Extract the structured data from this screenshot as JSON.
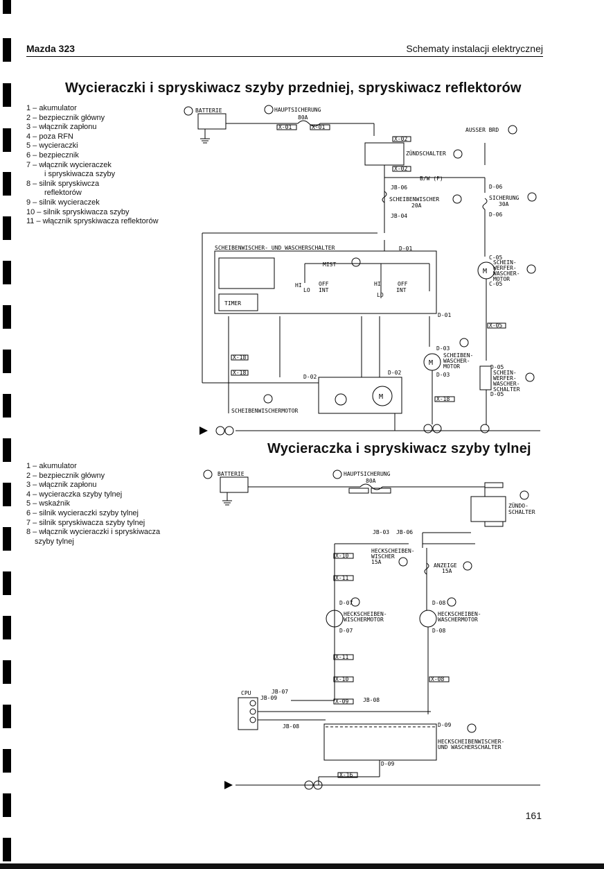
{
  "header": {
    "left": "Mazda 323",
    "right": "Schematy instalacji elektrycznej"
  },
  "front": {
    "title": "Wycieraczki i spryskiwacz szyby przedniej, spryskiwacz reflektorów",
    "legend": [
      "1 – akumulator",
      "2 – bezpiecznik główny",
      "3 – włącznik zapłonu",
      "4 – poza RFN",
      "5 – wycieraczki",
      "6 – bezpiecznik",
      "7 – włącznik wycieraczek",
      "i spryskiwacza szyby",
      "8 – silnik spryskiwcza",
      "reflektorów",
      "9 – silnik wycieraczek",
      "10 – silnik spryskiwacza szyby",
      "11 – włącznik spryskiwacza reflektorów"
    ],
    "labels": {
      "battery": "BATTERIE",
      "mainfuse": "HAUPTSICHERUNG",
      "amp80": "80A",
      "x01": "X-01",
      "zuendschalter": "ZÜNDSCHALTER",
      "x02": "X-02",
      "ausser": "AUSSER BRD",
      "bw_f": "B/W (F)",
      "jb06": "JB-06",
      "sw_fuse": "SCHEIBENWISCHER",
      "amp20": "20A",
      "jb04": "JB-04",
      "d06": "D-06",
      "sicherung": "SICHERUNG",
      "amp30": "30A",
      "switch7": "SCHEIBENWISCHER- UND WASCHERSCHALTER",
      "d01": "D-01",
      "mist": "MIST",
      "off": "OFF",
      "int": "INT",
      "hi": "HI",
      "lo": "LO",
      "timer": "TIMER",
      "c05": "C-05",
      "m8_1": "SCHEIN-",
      "m8_2": "WERFER-",
      "m8_3": "WASCHER-",
      "m8_4": "MOTOR",
      "x05": "X-05",
      "d03": "D-03",
      "m10_1": "SCHEIBEN-",
      "m10_2": "WASCHER-",
      "m10_3": "MOTOR",
      "x18": "X-18",
      "d02": "D-02",
      "d05": "D-05",
      "s11_1": "SCHEIN-",
      "s11_2": "WERFER-",
      "s11_3": "WASCHER-",
      "s11_4": "SCHALTER",
      "motor9": "SCHEIBENWISCHERMOTOR",
      "m": "M"
    }
  },
  "rear": {
    "title": "Wycieraczka i spryskiwacz szyby tylnej",
    "legend": [
      "1 – akumulator",
      "2 – bezpiecznik główny",
      "3 – włącznik zapłonu",
      "4 – wycieraczka szyby tylnej",
      "5 – wskaźnik",
      "6 – silnik wycieraczki szyby tylnej",
      "7 – silnik spryskiwacza szyby tylnej",
      "8 – włącznik wycieraczki i spryskiwacza",
      "szyby tylnej"
    ],
    "labels": {
      "battery": "BATTERIE",
      "mainfuse": "HAUPTSICHERUNG",
      "amp80": "80A",
      "zuend1": "ZÜNDO-",
      "zuend2": "SCHALTER",
      "jb03": "JB-03",
      "jb06": "JB-06",
      "hw1": "HECKSCHEIBEN-",
      "hw2": "WISCHER",
      "amp15": "15A",
      "anzeige": "ANZEIGE",
      "x10": "X-10",
      "x11": "X-11",
      "d07": "D-07",
      "d08": "D-08",
      "m6_1": "HECKSCHEIBEN-",
      "m6_2": "WISCHERMOTOR",
      "m7_1": "HECKSCHEIBEN-",
      "m7_2": "WASCHERMOTOR",
      "x09": "X-09",
      "x08": "X-08",
      "cpu": "CPU",
      "jb07": "JB-07",
      "jb09": "JB-09",
      "jb08": "JB-08",
      "d09": "D-09",
      "sw8_1": "HECKSCHEIBENWISCHER-",
      "sw8_2": "UND WASCHERSCHALTER",
      "x16": "X-16"
    }
  },
  "page_number": "161"
}
